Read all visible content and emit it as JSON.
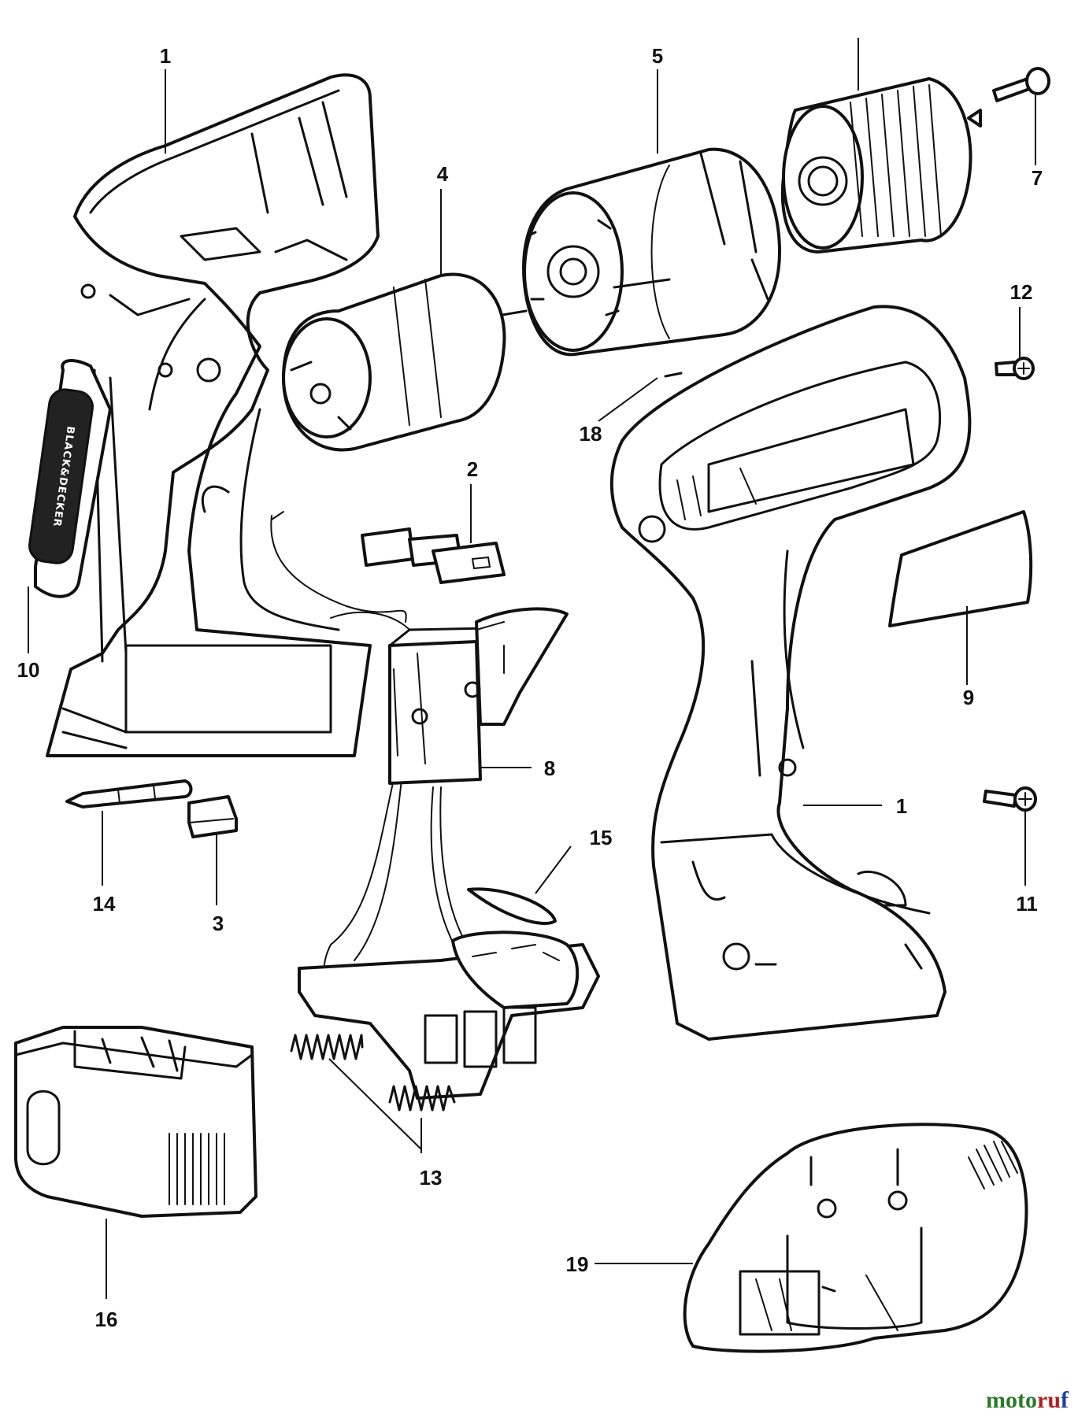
{
  "labels": {
    "l1a": "1",
    "l1b": "1",
    "l2": "2",
    "l3": "3",
    "l4": "4",
    "l5": "5",
    "l7": "7",
    "l8": "8",
    "l9": "9",
    "l10": "10",
    "l11": "11",
    "l12": "12",
    "l13": "13",
    "l14": "14",
    "l15": "15",
    "l16": "16",
    "l18": "18",
    "l19": "19"
  },
  "brand_on_handle": "BLACK&DECKER",
  "watermark": {
    "part1": "moto",
    "part2": "ru",
    "part3": "f",
    "full": "motoruf"
  }
}
